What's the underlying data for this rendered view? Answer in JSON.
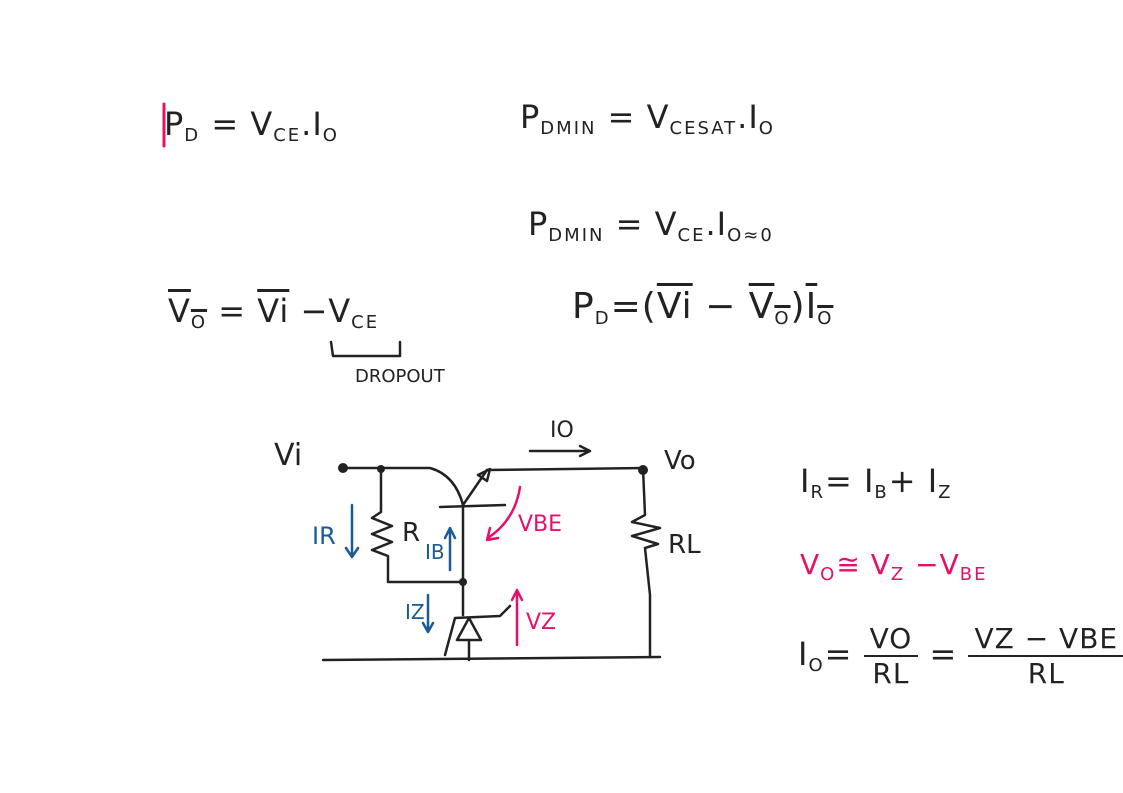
{
  "equations": {
    "pd": {
      "lhs": "P",
      "lhs_sub": "D",
      "eq": "=",
      "rhs1": "V",
      "rhs1_sub": "CE",
      "dot": ".",
      "rhs2": "I",
      "rhs2_sub": "O"
    },
    "pdmin_sat": {
      "lhs": "P",
      "lhs_sub": "DMIN",
      "eq": "=",
      "rhs1": "V",
      "rhs1_sub": "CESAT",
      "dot": ".",
      "rhs2": "I",
      "rhs2_sub": "O"
    },
    "pdmin": {
      "lhs": "P",
      "lhs_sub": "DMIN",
      "eq": "=",
      "rhs1": "V",
      "rhs1_sub": "CE",
      "dot": ".",
      "rhs2": "I",
      "rhs2_sub": "O≈0"
    },
    "pd_avg": {
      "lhs": "P",
      "lhs_sub": "D",
      "eq": "=(",
      "vi": "Vi",
      "minus": "−",
      "vo": "V",
      "vo_sub": "O",
      "close": ")",
      "io": "I",
      "io_sub": "O"
    },
    "vo": {
      "lhs": "V",
      "lhs_sub": "O",
      "eq": "=",
      "vi": "Vi",
      "minus": "−",
      "vce": "V",
      "vce_sub": "CE",
      "dropout": "DROPOUT"
    },
    "ir": {
      "lhs": "I",
      "lhs_sub": "R",
      "eq": "=",
      "a": "I",
      "a_sub": "B",
      "plus": "+",
      "b": "I",
      "b_sub": "Z"
    },
    "vo_approx": {
      "lhs": "V",
      "lhs_sub": "O",
      "eq": "≅",
      "a": "V",
      "a_sub": "Z",
      "minus": "−",
      "b": "V",
      "b_sub": "BE"
    },
    "io": {
      "lhs": "I",
      "lhs_sub": "O",
      "eq": "=",
      "num1": "VO",
      "den1": "RL",
      "eq2": "=",
      "num2": "VZ − VBE",
      "den2": "RL"
    }
  },
  "circuit": {
    "vi": "Vi",
    "vo": "Vo",
    "io": "IO",
    "r": "R",
    "rl": "RL",
    "ir": "IR",
    "ib": "IB",
    "iz": "IZ",
    "vbe": "VBE",
    "vz": "VZ"
  },
  "colors": {
    "ink": "#222222",
    "pink": "#e6106a",
    "blue": "#1a5a96"
  }
}
